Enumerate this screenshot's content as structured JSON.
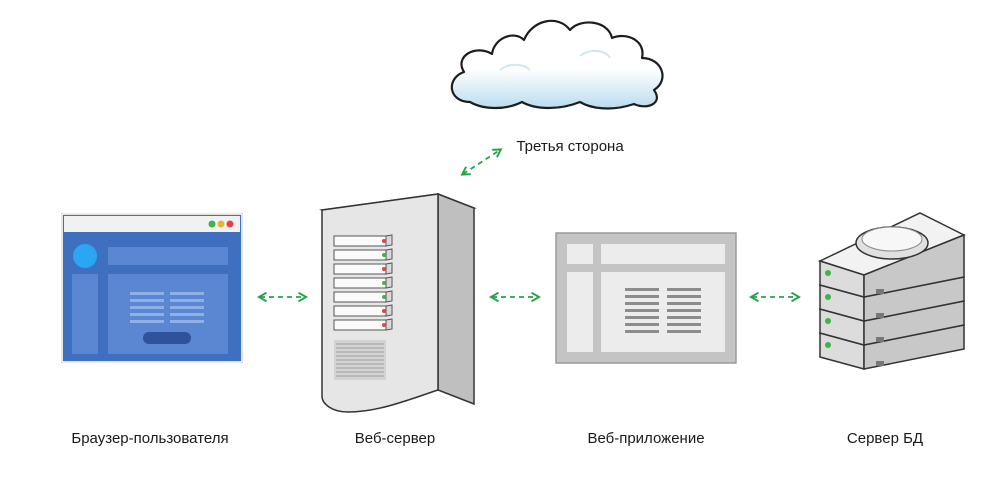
{
  "nodes": {
    "cloud": {
      "label": "Третья сторона"
    },
    "browser": {
      "label": "Браузер-пользователя"
    },
    "web_server": {
      "label": "Веб-сервер"
    },
    "web_app": {
      "label": "Веб-приложение"
    },
    "db_server": {
      "label": "Сервер БД"
    }
  },
  "connectors": [
    "cloud-web_server",
    "browser-web_server",
    "web_server-web_app",
    "web_app-db_server"
  ],
  "colors": {
    "arrow": "#27a24a",
    "browser_blue": "#3f6fbf",
    "browser_light": "#5a86d2",
    "server_gray": "#d6d6d6",
    "app_gray": "#bdbdbd",
    "led_green": "#3fb34a",
    "led_red": "#e04444"
  }
}
